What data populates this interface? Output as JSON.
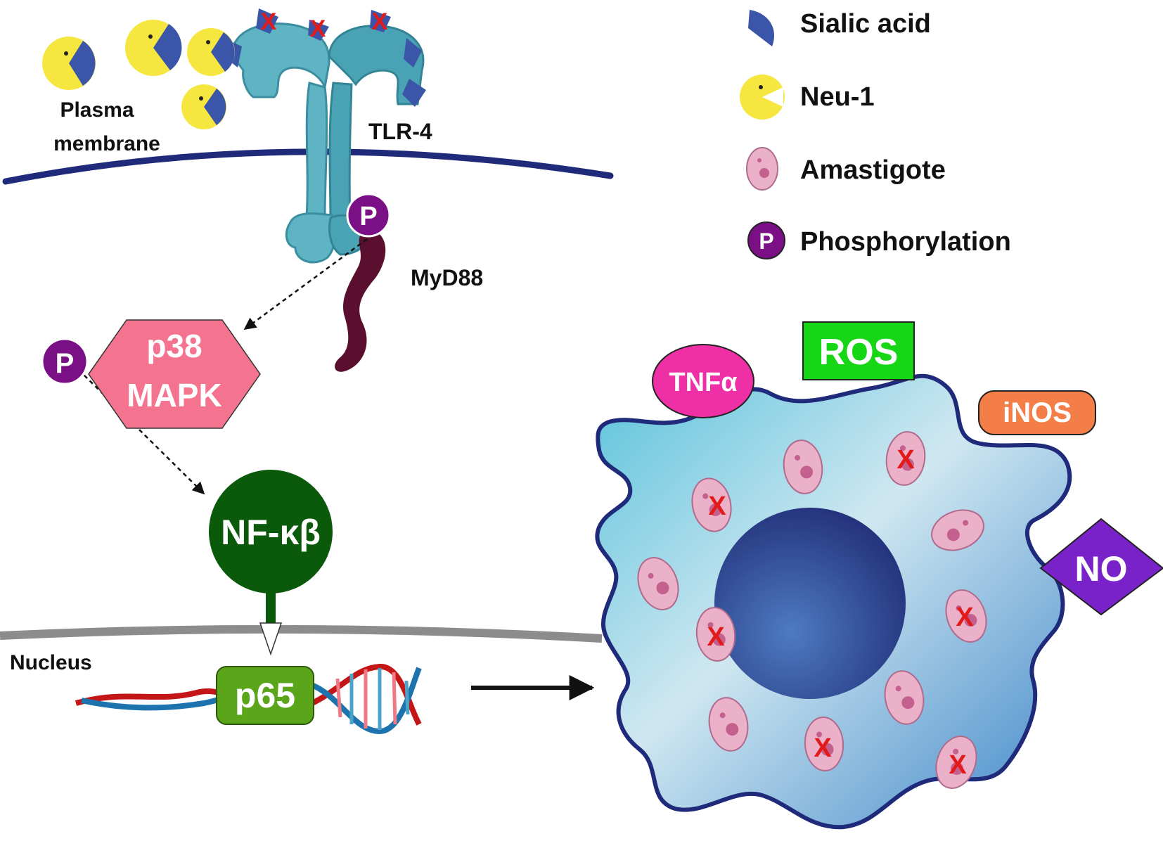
{
  "labels": {
    "plasma_membrane_line1": "Plasma",
    "plasma_membrane_line2": "membrane",
    "tlr4": "TLR-4",
    "myd88": "MyD88",
    "p38_line1": "p38",
    "p38_line2": "MAPK",
    "phospho_symbol": "P",
    "nfkb": "NF-κβ",
    "nucleus": "Nucleus",
    "p65": "p65",
    "tnf": "TNFα",
    "ros": "ROS",
    "inos": "iNOS",
    "no": "NO",
    "x_mark": "X"
  },
  "legend": [
    {
      "icon": "sialic-acid-icon",
      "label": "Sialic acid"
    },
    {
      "icon": "neu1-icon",
      "label": "Neu-1"
    },
    {
      "icon": "amastigote-icon",
      "label": "Amastigote"
    },
    {
      "icon": "phosphorylation-icon",
      "label": "Phosphorylation"
    }
  ],
  "colors": {
    "membrane": "#1f2a7a",
    "receptor": "#4aa3b5",
    "myd88": "#5a0f2e",
    "phospho": "#7b0f86",
    "p38": "#f4748f",
    "nfkb": "#0b5a0b",
    "p65": "#5aa51a",
    "tnf": "#ef2fa6",
    "ros": "#16d616",
    "inos": "#f47e47",
    "no": "#7a22c9",
    "neu1": "#f6e640",
    "sialic": "#3b56a8",
    "nucleus_line": "#8c8c8c",
    "x_mark": "#e31a1a"
  }
}
